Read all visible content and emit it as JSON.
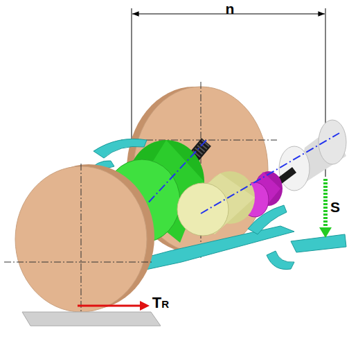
{
  "diagram": {
    "labels": [
      "n",
      "S",
      "TR"
    ]
  }
}
